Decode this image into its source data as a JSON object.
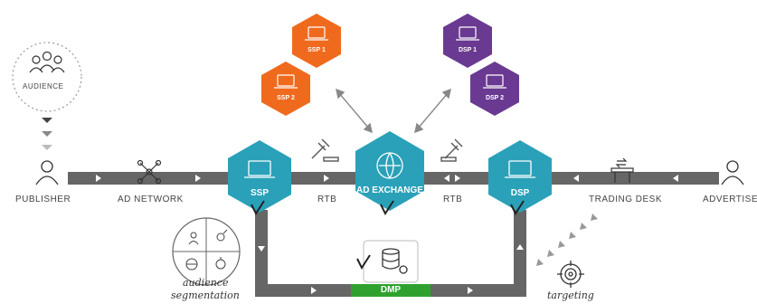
{
  "labels": {
    "audience": "AUDIENCE",
    "publisher": "PUBLISHER",
    "ad_network": "AD NETWORK",
    "rtb_left": "RTB",
    "rtb_right": "RTB",
    "trading_desk": "TRADING DESK",
    "advertiser": "ADVERTISE",
    "audience_segmentation_1": "audience",
    "audience_segmentation_2": "segmentation",
    "targeting": "targeting"
  },
  "nodes": {
    "ssp_main": "SSP",
    "ad_exchange": "AD EXCHANGE",
    "dsp_main": "DSP",
    "ssp1": "SSP 1",
    "ssp2": "SSP 2",
    "dsp1": "DSP 1",
    "dsp2": "DSP 2",
    "dmp": "DMP"
  },
  "colors": {
    "teal": "#2aa1b8",
    "orange": "#f06a1e",
    "purple": "#6a3a92",
    "pipe": "#666666",
    "green": "#2fa12f"
  }
}
